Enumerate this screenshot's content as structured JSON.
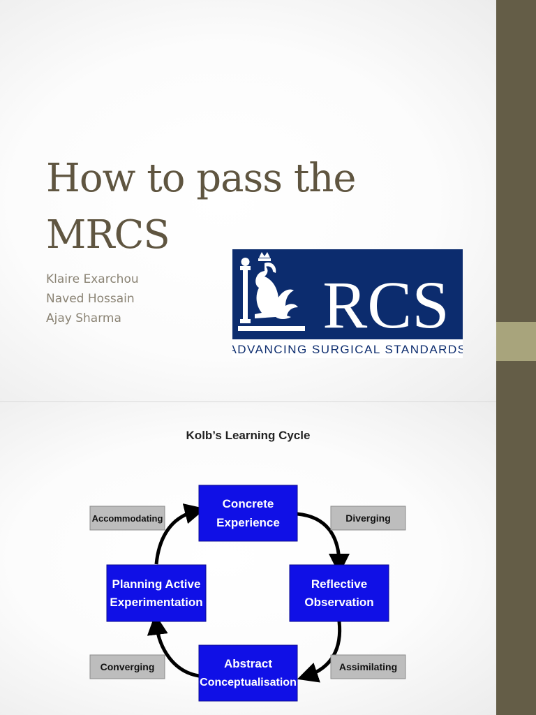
{
  "slide1": {
    "title": "How to pass the MRCS",
    "authors": [
      "Klaire Exarchou",
      "Naved Hossain",
      "Ajay Sharma"
    ],
    "logo": {
      "text": "RCS",
      "tagline": "ADVANCING SURGICAL STANDARDS",
      "bg_color": "#0c2c6e",
      "fg_color": "#ffffff"
    }
  },
  "slide2": {
    "title": "Kolb’s Learning Cycle",
    "stages": {
      "concrete": [
        "Concrete",
        "Experience"
      ],
      "reflective": [
        "Reflective",
        "Observation"
      ],
      "abstract": [
        "Abstract",
        "Conceptualisation"
      ],
      "planning": [
        "Planning Active",
        "Experimentation"
      ]
    },
    "styles": {
      "accommodating": "Accommodating",
      "diverging": "Diverging",
      "assimilating": "Assimilating",
      "converging": "Converging"
    },
    "colors": {
      "stage_box": "#1010e6",
      "style_box": "#bdbdbd"
    }
  },
  "theme": {
    "sidebar": "#645d47",
    "sidebar_accent": "#a8a47c",
    "title_color": "#5f5540"
  }
}
